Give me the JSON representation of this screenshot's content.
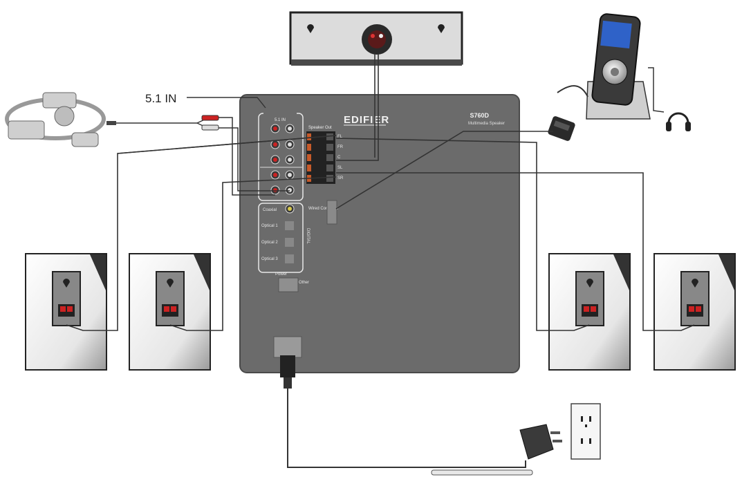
{
  "diagram": {
    "callout_label": "5.1 IN",
    "brand": "EDIFIER",
    "model": "S760D",
    "model_subtitle": "Multimedia Speaker",
    "input_panel_label": "5.1 IN",
    "speaker_out_label": "Speaker Out",
    "coaxial_label": "Coaxial",
    "optical_labels": [
      "Optical 1",
      "Optical 2",
      "Optical 3"
    ],
    "digital_label": "DIGITAL",
    "wired_controller_label": "Wired Controller",
    "power_label": "Power",
    "other_label": "Other",
    "wire_color": "#333333",
    "subwoofer_color": "#6b6b6b",
    "speaker_color": "#e9e9e9"
  }
}
